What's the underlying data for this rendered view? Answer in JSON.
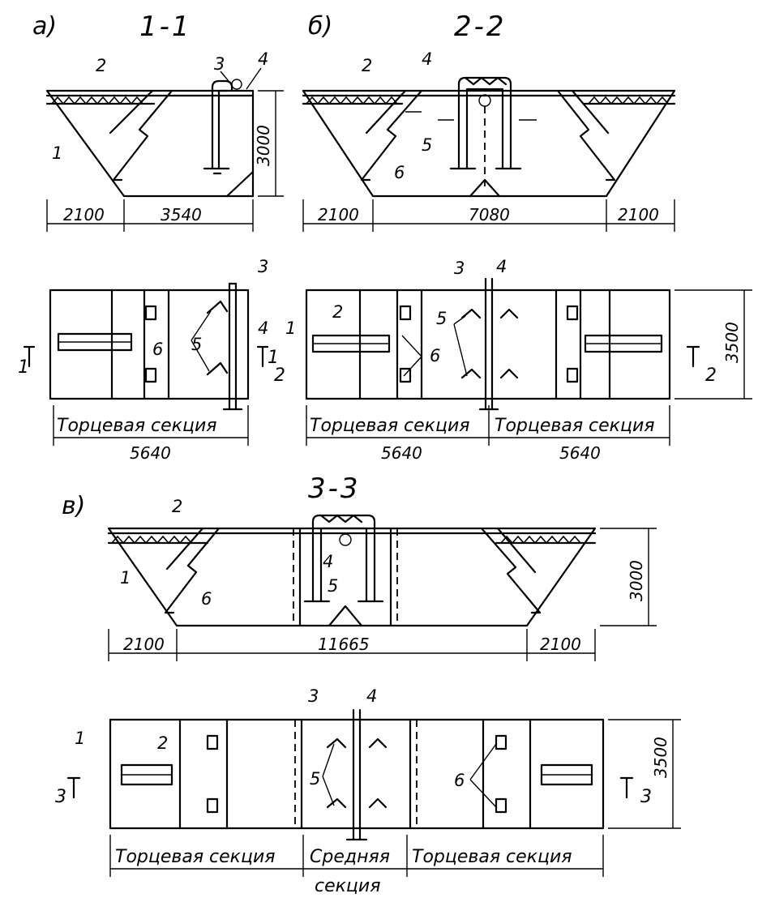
{
  "views": {
    "a": {
      "letter": "а)",
      "section": "1-1",
      "dims": {
        "d1": "2100",
        "d2": "3540",
        "height": "3000",
        "length": "5640"
      },
      "callouts": [
        "1",
        "2",
        "3",
        "4",
        "3",
        "4",
        "5",
        "6"
      ],
      "caption": "Торцевая секция",
      "cut": "1"
    },
    "b": {
      "letter": "б)",
      "section": "2-2",
      "dims": {
        "d1": "2100",
        "d2": "7080",
        "d3": "2100",
        "width": "3500",
        "length1": "5640",
        "length2": "5640"
      },
      "callouts": [
        "2",
        "4",
        "5",
        "6",
        "1",
        "2",
        "3",
        "4",
        "5",
        "6"
      ],
      "caption_left": "Торцевая секция",
      "caption_right": "Торцевая секция",
      "cut": "2"
    },
    "c": {
      "letter": "в)",
      "section": "3-3",
      "dims": {
        "d1": "2100",
        "d2": "11665",
        "d3": "2100",
        "height": "3000",
        "width": "3500"
      },
      "callouts": [
        "2",
        "1",
        "4",
        "5",
        "6",
        "3",
        "4",
        "1",
        "2",
        "5",
        "6"
      ],
      "caption_left": "Торцевая секция",
      "caption_mid_1": "Средняя",
      "caption_mid_2": "секция",
      "caption_right": "Торцевая секция",
      "cut": "3"
    }
  }
}
